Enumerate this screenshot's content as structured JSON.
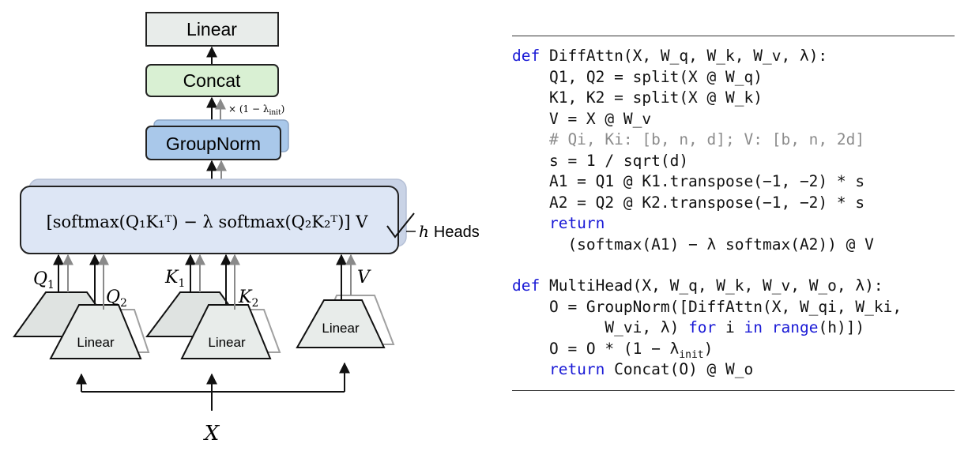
{
  "diagram": {
    "boxes": {
      "linear_top": "Linear",
      "concat": "Concat",
      "groupnorm": "GroupNorm",
      "linear_q": "Linear",
      "linear_k": "Linear",
      "linear_v": "Linear"
    },
    "scale_label": "× (1 − λ",
    "scale_sub": "init",
    "scale_close": ")",
    "heads_var": "h",
    "heads_word": "Heads",
    "input_label": "X",
    "q1": "Q",
    "q2": "Q",
    "k1": "K",
    "k2": "K",
    "v": "V",
    "sub1": "1",
    "sub2": "2",
    "attn_formula": "[softmax(Q₁K₁ᵀ) − λ softmax(Q₂K₂ᵀ)] V",
    "colors": {
      "linear_fill": "#e8ecea",
      "concat_fill": "#d9f0d3",
      "groupnorm_fill": "#a9c8ea",
      "attn_fill": "#dde6f5",
      "shadow": "#c9d3e6",
      "arrow_gray": "#8a8a8a"
    }
  },
  "code": {
    "l1_kw": "def",
    "l1": " DiffAttn(X, W_q, W_k, W_v, λ):",
    "l2": "    Q1, Q2 = split(X @ W_q)",
    "l3": "    K1, K2 = split(X @ W_k)",
    "l4": "    V = X @ W_v",
    "l5": "    # Qi, Ki: [b, n, d]; V: [b, n, 2d]",
    "l6": "    s = 1 / sqrt(d)",
    "l7": "    A1 = Q1 @ K1.transpose(−1, −2) * s",
    "l8": "    A2 = Q2 @ K2.transpose(−1, −2) * s",
    "l9_kw": "    return",
    "l10": "      (softmax(A1) − λ softmax(A2)) @ V",
    "l12_kw": "def",
    "l12": " MultiHead(X, W_q, W_k, W_v, W_o, λ):",
    "l13": "    O = GroupNorm([DiffAttn(X, W_qi, W_ki,",
    "l14a": "          W_vi, λ) ",
    "l14_for": "for",
    "l14b": " i ",
    "l14_in": "in",
    "l14c": " ",
    "l14_range": "range",
    "l14d": "(h)])",
    "l15a": "    O = O * (1 − λ",
    "l15_sub": "init",
    "l15b": ")",
    "l16_kw": "    return",
    "l16": " Concat(O) @ W_o"
  }
}
